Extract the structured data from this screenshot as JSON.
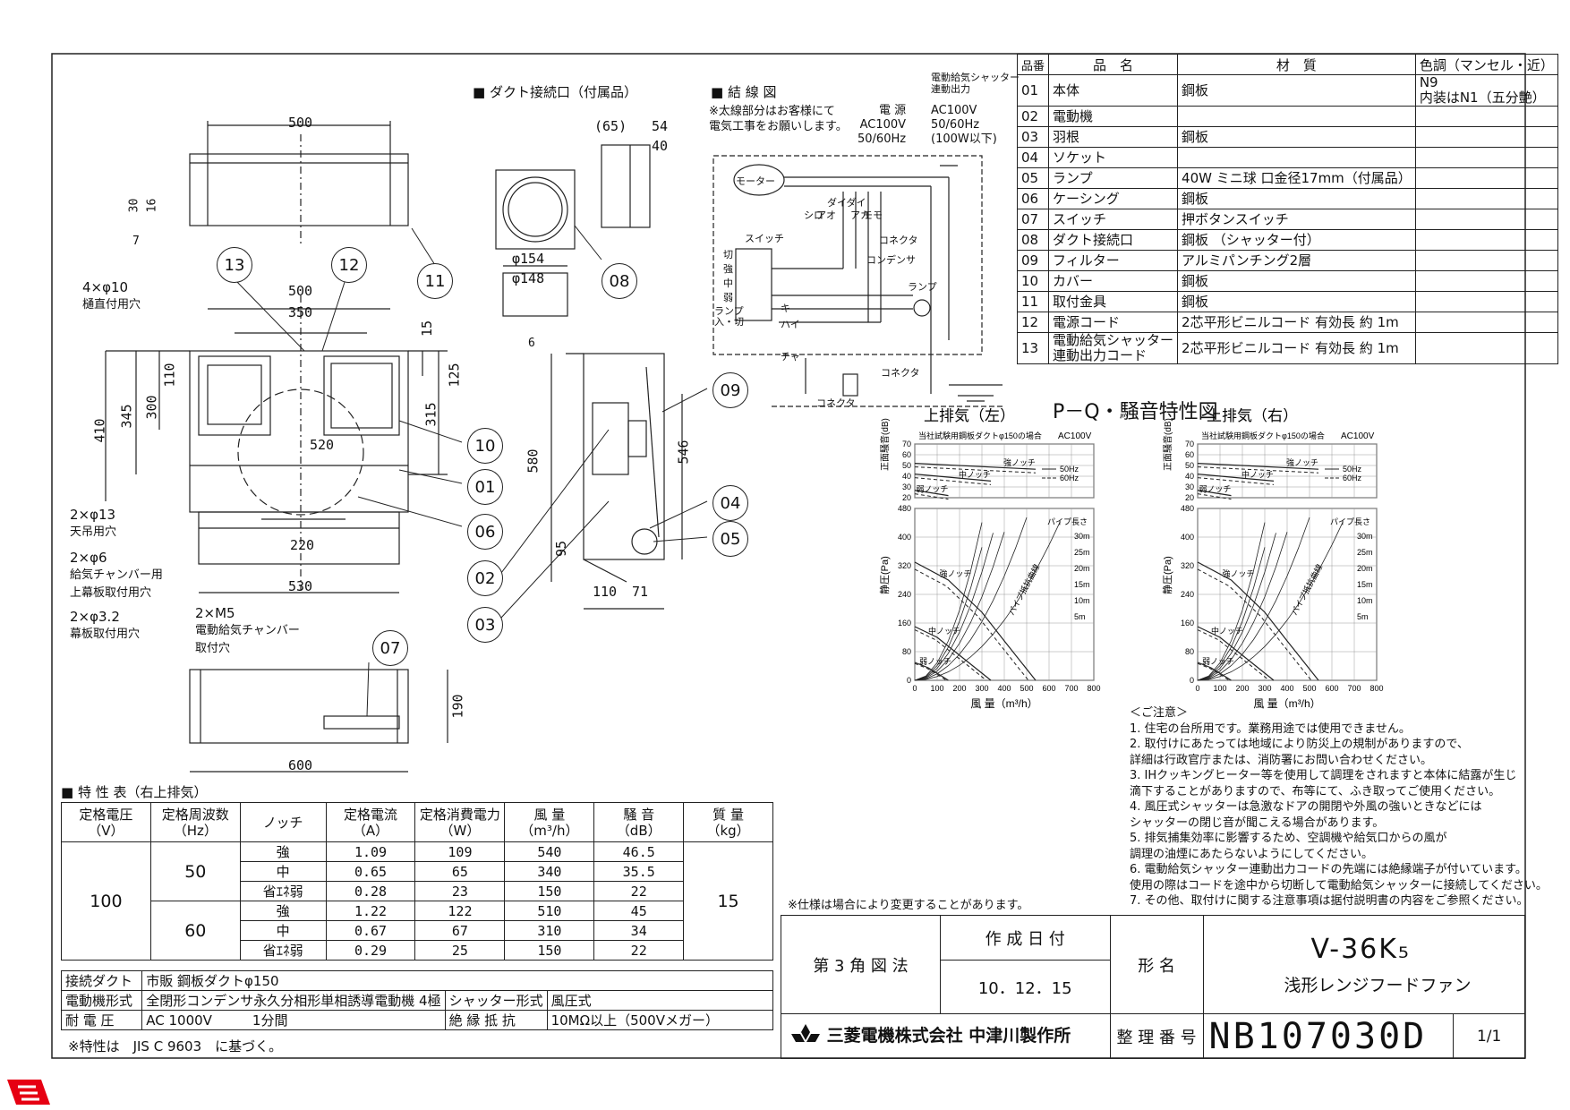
{
  "dimensions": {
    "top": [
      "500",
      "30",
      "16",
      "7",
      "500",
      "350",
      "4×φ10",
      "15",
      "125",
      "110",
      "300",
      "345",
      "410",
      "315",
      "520",
      "220",
      "530",
      "600",
      "190",
      "(65)",
      "54",
      "40",
      "φ154",
      "φ148",
      "6",
      "580",
      "546",
      "95",
      "110",
      "71"
    ],
    "hole_notes": [
      {
        "size": "4×φ10",
        "desc": "樋直付用穴"
      },
      {
        "size": "2×φ13",
        "desc": "天吊用穴"
      },
      {
        "size": "2×φ6",
        "desc": "給気チャンバー用\n上幕板取付用穴"
      },
      {
        "size": "2×φ3.2",
        "desc": "幕板取付用穴"
      },
      {
        "size": "2×M5",
        "desc": "電動給気チャンバー\n取付穴"
      }
    ]
  },
  "callouts": [
    "13",
    "12",
    "11",
    "08",
    "10",
    "01",
    "06",
    "02",
    "03",
    "09",
    "04",
    "05",
    "07"
  ],
  "duct": {
    "title": "■ ダクト接続口（付属品）"
  },
  "wiring": {
    "title": "■ 結 線 図",
    "note": "※太線部分はお客様にて\n電気工事をお願いします。",
    "source": "電 源\nAC100V\n50/60Hz",
    "shutter_header": "電動給気シャッター\n連動出力",
    "shutter_spec": "AC100V\n50/60Hz\n(100W以下)",
    "labels": [
      "モーター",
      "スイッチ",
      "切",
      "強",
      "中",
      "弱",
      "ランプ\n入・切",
      "シロ",
      "アオ",
      "ダイダイ",
      "アカ",
      "モモ",
      "キ",
      "ハイ",
      "チャ",
      "コネクタ",
      "コンデンサ",
      "ランプ",
      "コネクタ",
      "コネクタ"
    ]
  },
  "parts": {
    "headers": [
      "品番",
      "品　名",
      "材　質",
      "色調（マンセル・近）"
    ],
    "rows": [
      [
        "01",
        "本体",
        "鋼板",
        "N9\n内装はN1（五分艶）"
      ],
      [
        "02",
        "電動機",
        "",
        ""
      ],
      [
        "03",
        "羽根",
        "鋼板",
        ""
      ],
      [
        "04",
        "ソケット",
        "",
        ""
      ],
      [
        "05",
        "ランプ",
        "40W ミニ球 口金径17mm（付属品）",
        ""
      ],
      [
        "06",
        "ケーシング",
        "鋼板",
        ""
      ],
      [
        "07",
        "スイッチ",
        "押ボタンスイッチ",
        ""
      ],
      [
        "08",
        "ダクト接続口",
        "鋼板 （シャッター付）",
        ""
      ],
      [
        "09",
        "フィルター",
        "アルミパンチング2層",
        ""
      ],
      [
        "10",
        "カバー",
        "鋼板",
        ""
      ],
      [
        "11",
        "取付金具",
        "鋼板",
        ""
      ],
      [
        "12",
        "電源コード",
        "2芯平形ビニルコード 有効長 約 1m",
        ""
      ],
      [
        "13",
        "電動給気シャッター\n連動出力コード",
        "2芯平形ビニルコード 有効長 約 1m",
        ""
      ]
    ]
  },
  "chart_section_title": "P－Q・騒音特性図",
  "chart_data": [
    {
      "type": "line",
      "title": "上排気（左）",
      "subtitle": "当社試験用鋼板ダクトφ150の場合",
      "voltage": "AC100V",
      "xlabel": "風 量（m³/h）",
      "x_ticks": [
        "0",
        "100",
        "200",
        "300",
        "400",
        "500",
        "600",
        "700",
        "800"
      ],
      "xlim": [
        0,
        800
      ],
      "noise": {
        "ylabel": "正面騒音(dB)",
        "y_ticks": [
          "70",
          "60",
          "50",
          "40",
          "30",
          "20"
        ],
        "ylim": [
          20,
          70
        ],
        "series": [
          {
            "name": "強ノッチ",
            "x": [
              0,
              540
            ],
            "y": [
              52,
              46.5
            ]
          },
          {
            "name": "中ノッチ",
            "x": [
              0,
              340
            ],
            "y": [
              42,
              35.5
            ]
          },
          {
            "name": "弱ノッチ",
            "x": [
              0,
              150
            ],
            "y": [
              27,
              22
            ]
          }
        ],
        "legend": [
          "50Hz",
          "60Hz"
        ]
      },
      "pq": {
        "ylabel": "静圧(Pa)",
        "y_ticks": [
          "0",
          "80",
          "160",
          "240",
          "320",
          "400",
          "480"
        ],
        "ylim": [
          0,
          480
        ],
        "series": [
          {
            "name": "強ノッチ",
            "x": [
              0,
              150,
              300,
              400,
              540
            ],
            "y": [
              330,
              280,
              190,
              110,
              0
            ]
          },
          {
            "name": "中ノッチ",
            "x": [
              0,
              100,
              200,
              300,
              340
            ],
            "y": [
              150,
              120,
              70,
              20,
              0
            ]
          },
          {
            "name": "弱ノッチ",
            "x": [
              0,
              60,
              120,
              150
            ],
            "y": [
              50,
              35,
              12,
              0
            ]
          }
        ],
        "pipe_label": "パイプ長さ",
        "pipe_lengths": [
          "30m",
          "25m",
          "20m",
          "15m",
          "10m",
          "5m"
        ],
        "resistance_label": "パイプ抵抗曲線"
      }
    },
    {
      "type": "line",
      "title": "上排気（右）",
      "subtitle": "当社試験用鋼板ダクトφ150の場合",
      "voltage": "AC100V",
      "xlabel": "風 量（m³/h）",
      "x_ticks": [
        "0",
        "100",
        "200",
        "300",
        "400",
        "500",
        "600",
        "700",
        "800"
      ],
      "xlim": [
        0,
        800
      ],
      "noise": {
        "ylabel": "正面騒音(dB)",
        "y_ticks": [
          "70",
          "60",
          "50",
          "40",
          "30",
          "20"
        ],
        "ylim": [
          20,
          70
        ],
        "series": [
          {
            "name": "強ノッチ",
            "x": [
              0,
              540
            ],
            "y": [
              52,
              46.5
            ]
          },
          {
            "name": "中ノッチ",
            "x": [
              0,
              340
            ],
            "y": [
              42,
              35.5
            ]
          },
          {
            "name": "弱ノッチ",
            "x": [
              0,
              150
            ],
            "y": [
              27,
              22
            ]
          }
        ],
        "legend": [
          "50Hz",
          "60Hz"
        ]
      },
      "pq": {
        "ylabel": "静圧(Pa)",
        "y_ticks": [
          "0",
          "80",
          "160",
          "240",
          "320",
          "400",
          "480"
        ],
        "ylim": [
          0,
          480
        ],
        "series": [
          {
            "name": "強ノッチ",
            "x": [
              0,
              150,
              300,
              400,
              540
            ],
            "y": [
              330,
              280,
              190,
              110,
              0
            ]
          },
          {
            "name": "中ノッチ",
            "x": [
              0,
              100,
              200,
              300,
              340
            ],
            "y": [
              150,
              120,
              70,
              20,
              0
            ]
          },
          {
            "name": "弱ノッチ",
            "x": [
              0,
              60,
              120,
              150
            ],
            "y": [
              50,
              35,
              12,
              0
            ]
          }
        ],
        "pipe_label": "パイプ長さ",
        "pipe_lengths": [
          "30m",
          "25m",
          "20m",
          "15m",
          "10m",
          "5m"
        ],
        "resistance_label": "パイプ抵抗曲線"
      }
    }
  ],
  "notes": {
    "title": "＜ご注意＞",
    "items": [
      "1. 住宅の台所用です。業務用途では使用できません。",
      "2. 取付けにあたっては地域により防災上の規制がありますので、\n詳細は行政官庁または、消防署にお問い合わせください。",
      "3. IHクッキングヒーター等を使用して調理をされますと本体に結露が生じ\n滴下することがありますので、布等にて、ふき取ってご使用ください。",
      "4. 風圧式シャッターは急激なドアの開閉や外風の強いときなどには\nシャッターの閉じ音が聞こえる場合があります。",
      "5. 排気捕集効率に影響するため、空調機や給気口からの風が\n調理の油煙にあたらないようにしてください。",
      "6. 電動給気シャッター連動出力コードの先端には絶縁端子が付いています。\n使用の際はコードを途中から切断して電動給気シャッターに接続してください。",
      "7. その他、取付けに関する注意事項は据付説明書の内容をご参照ください。"
    ],
    "change": "※仕様は場合により変更することがあります。"
  },
  "spec": {
    "title": "■ 特 性 表（右上排気）",
    "headers": [
      "定格電圧\n（V）",
      "定格周波数\n（Hz）",
      "ノッチ",
      "定格電流\n（A）",
      "定格消費電力\n（W）",
      "風 量\n（m³/h）",
      "騒 音\n（dB）",
      "質 量\n（kg）"
    ],
    "voltage": "100",
    "mass": "15",
    "groups": [
      {
        "freq": "50",
        "rows": [
          [
            "強",
            "1.09",
            "109",
            "540",
            "46.5"
          ],
          [
            "中",
            "0.65",
            "65",
            "340",
            "35.5"
          ],
          [
            "省ｴﾈ弱",
            "0.28",
            "23",
            "150",
            "22"
          ]
        ]
      },
      {
        "freq": "60",
        "rows": [
          [
            "強",
            "1.22",
            "122",
            "510",
            "45"
          ],
          [
            "中",
            "0.67",
            "67",
            "310",
            "34"
          ],
          [
            "省ｴﾈ弱",
            "0.29",
            "25",
            "150",
            "22"
          ]
        ]
      }
    ],
    "duct_label": "接続ダクト",
    "duct_value": "市販 鋼板ダクトφ150",
    "motor_label": "電動機形式",
    "motor_value": "全閉形コンデンサ永久分相形単相誘導電動機 4極",
    "shutter_label": "シャッター形式",
    "shutter_value": "風圧式",
    "withstand_label": "耐 電 圧",
    "withstand_value": "AC 1000V　　　1分間",
    "insulation_label": "絶 縁 抵 抗",
    "insulation_value": "10MΩ以上（500Vメガー）",
    "footnote": "※特性は　JIS C 9603　に基づく。"
  },
  "title_block": {
    "projection": "第 3 角 図 法",
    "date_label": "作 成 日 付",
    "date": "10．12．15",
    "model_label": "形 名",
    "model": "V-36K₅",
    "product": "浅形レンジフードファン",
    "company": "三菱電機株式会社 中津川製作所",
    "drawing_no_label": "整 理 番 号",
    "drawing_no": "NB107030D",
    "sheet": "1/1"
  },
  "colors": {
    "line": "#222222",
    "logo_red": "#e60012"
  }
}
